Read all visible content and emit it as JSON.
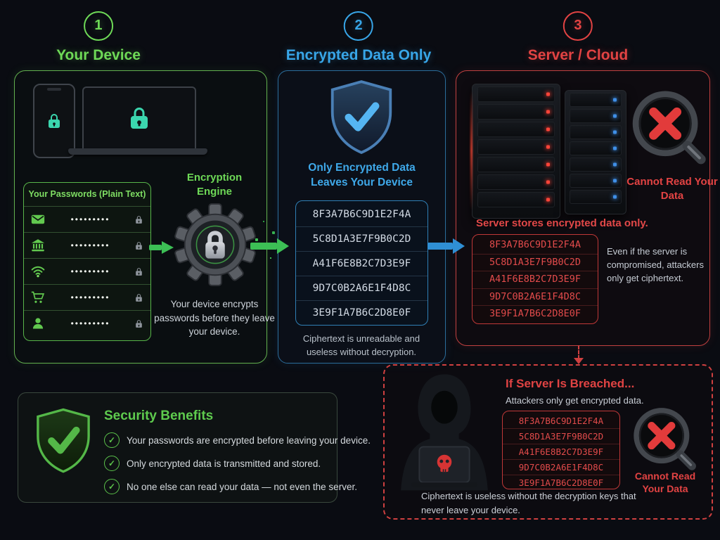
{
  "colors": {
    "background": "#0a0c12",
    "green": "#6ed957",
    "teal_lock": "#3bd6ae",
    "blue": "#38a6e8",
    "red": "#e24343",
    "body_text": "#ced4db"
  },
  "steps": [
    {
      "number": "1",
      "title": "Your Device"
    },
    {
      "number": "2",
      "title": "Encrypted Data Only"
    },
    {
      "number": "3",
      "title": "Server / Cloud"
    }
  ],
  "device_panel": {
    "engine_label": "Encryption Engine",
    "engine_caption": "Your device encrypts passwords before they leave your device.",
    "passwords_card": {
      "title": "Your Passwords (Plain Text)",
      "rows": [
        {
          "icon": "email-icon",
          "masked": "•••••••••"
        },
        {
          "icon": "bank-icon",
          "masked": "•••••••••"
        },
        {
          "icon": "wifi-icon",
          "masked": "•••••••••"
        },
        {
          "icon": "cart-icon",
          "masked": "•••••••••"
        },
        {
          "icon": "user-icon",
          "masked": "•••••••••"
        }
      ]
    }
  },
  "encrypted_panel": {
    "headline": "Only Encrypted Data Leaves Your Device",
    "ciphertext": [
      "8F3A7B6C9D1E2F4A",
      "5C8D1A3E7F9B0C2D",
      "A41F6E8B2C7D3E9F",
      "9D7C0B2A6E1F4D8C",
      "3E9F1A7B6C2D8E0F"
    ],
    "caption": "Ciphertext is unreadable and useless without decryption."
  },
  "server_panel": {
    "cannot_read": "Cannot Read Your Data",
    "stores_label": "Server stores encrypted data only.",
    "ciphertext": [
      "8F3A7B6C9D1E2F4A",
      "5C8D1A3E7F9B0C2D",
      "A41F6E8B2C7D3E9F",
      "9D7C0B2A6E1F4D8C",
      "3E9F1A7B6C2D8E0F"
    ],
    "note": "Even if the server is compromised, attackers only get ciphertext."
  },
  "benefits_panel": {
    "title": "Security Benefits",
    "items": [
      "Your passwords are encrypted before leaving your device.",
      "Only encrypted data is transmitted and stored.",
      "No one else can read your data — not even the server."
    ]
  },
  "breach_panel": {
    "title": "If Server Is Breached...",
    "subtitle": "Attackers only get encrypted data.",
    "ciphertext": [
      "8F3A7B6C9D1E2F4A",
      "5C8D1A3E7F9B0C2D",
      "A41F6E8B2C7D3E9F",
      "9D7C0B2A6E1F4D8C",
      "3E9F1A7B6C2D8E0F"
    ],
    "cannot_read": "Cannot Read Your Data",
    "caption": "Ciphertext is useless without the decryption keys that never leave your device."
  }
}
